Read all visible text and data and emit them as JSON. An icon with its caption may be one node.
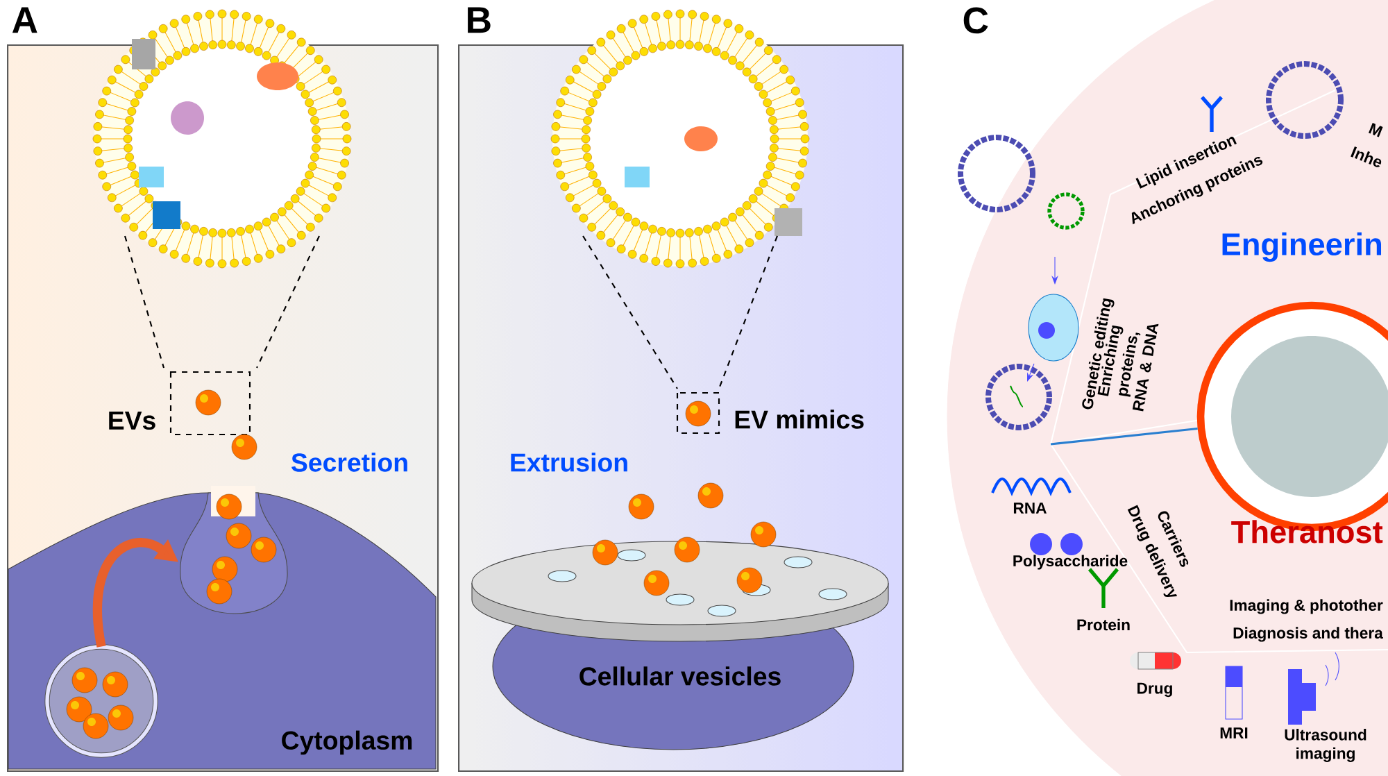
{
  "diagram": {
    "nodes": [
      {
        "text": [
          "A"
        ]
      },
      {
        "text": [
          "B"
        ]
      },
      {
        "text": [
          "C"
        ]
      },
      {
        "text": [],
        "shape": "circle",
        "in": 0
      },
      {
        "text": [],
        "shape": "picture",
        "in": 0
      },
      {
        "text": [],
        "shape": "circle",
        "in": 2
      }
    ],
    "edges": [
      {
        "from": 3,
        "to": 4,
        "arrow": "to",
        "style": "thick",
        "color": "#e8602c"
      },
      {
        "from": null,
        "to": 5,
        "arrow": "none",
        "color": "#2a7fd0"
      }
    ],
    "labels": [
      "EVs",
      "Secretion",
      "Cytoplasm",
      "EV mimics",
      "Extrusion",
      "Cellular vesicles",
      "Lipid insertion",
      "Anchoring proteins",
      "M",
      "Inhe",
      "Engineerin",
      "Genetic editing",
      "Enriching proteins, RNA & DNA",
      "Carriers",
      "Drug delivery",
      "RNA",
      "Polysaccharide",
      "Protein",
      "Theranost",
      "Imaging & photother",
      "Diagnosis and thera",
      "Drug",
      "MRI",
      "Ultrasound imaging"
    ]
  }
}
